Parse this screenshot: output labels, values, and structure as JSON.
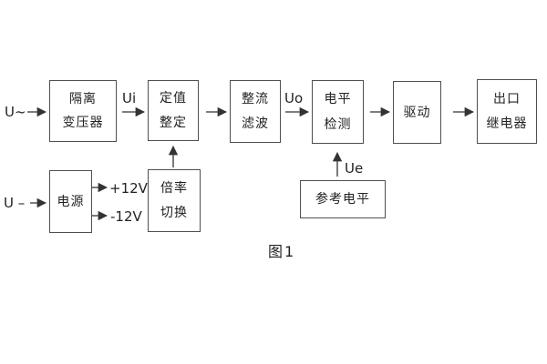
{
  "diagram": {
    "caption": "图1",
    "boxes": {
      "isolation_transformer": {
        "line1": "隔离",
        "line2": "变压器"
      },
      "setting_adjust": {
        "line1": "定值",
        "line2": "整定"
      },
      "rectify_filter": {
        "line1": "整流",
        "line2": "滤波"
      },
      "level_detect": {
        "line1": "电平",
        "line2": "检测"
      },
      "drive": {
        "line1": "驱动"
      },
      "output_relay": {
        "line1": "出口",
        "line2": "继电器"
      },
      "power_supply": {
        "line1": "电源"
      },
      "ratio_switch": {
        "line1": "倍率",
        "line2": "切换"
      },
      "reference_level": {
        "line1": "参考电平"
      }
    },
    "labels": {
      "input_ac": "U~",
      "input_dc": "U –",
      "ui": "Ui",
      "uo": "Uo",
      "ue": "Ue",
      "plus_12v": "+12V",
      "minus_12v": "-12V"
    },
    "colors": {
      "background": "#ffffff",
      "line": "#333333",
      "box_border": "#4f4f4f",
      "text": "#222222"
    }
  }
}
